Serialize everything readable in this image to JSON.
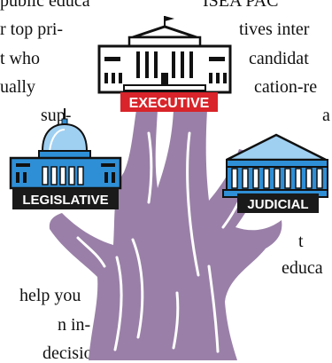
{
  "left_column": [
    "public educa",
    "r top pri-",
    "t who",
    "ually",
    "sup-",
    "help you",
    "n in-",
    "decision"
  ],
  "right_column": [
    "ISEA PAC",
    "tives inter",
    "candidat",
    "cation-re",
    "a",
    "t",
    "educa"
  ],
  "branches": {
    "executive": "EXECUTIVE",
    "legislative": "LEGISLATIVE",
    "judicial": "JUDICIAL"
  },
  "colors": {
    "tree": "#9a80a8",
    "tree_stroke": "#ffffff",
    "executive_label": "#d8242a",
    "label_dark": "#1a1a1a",
    "building_blue": "#2f8fd6",
    "building_light": "#9fd0f2",
    "building_ink": "#111111"
  }
}
